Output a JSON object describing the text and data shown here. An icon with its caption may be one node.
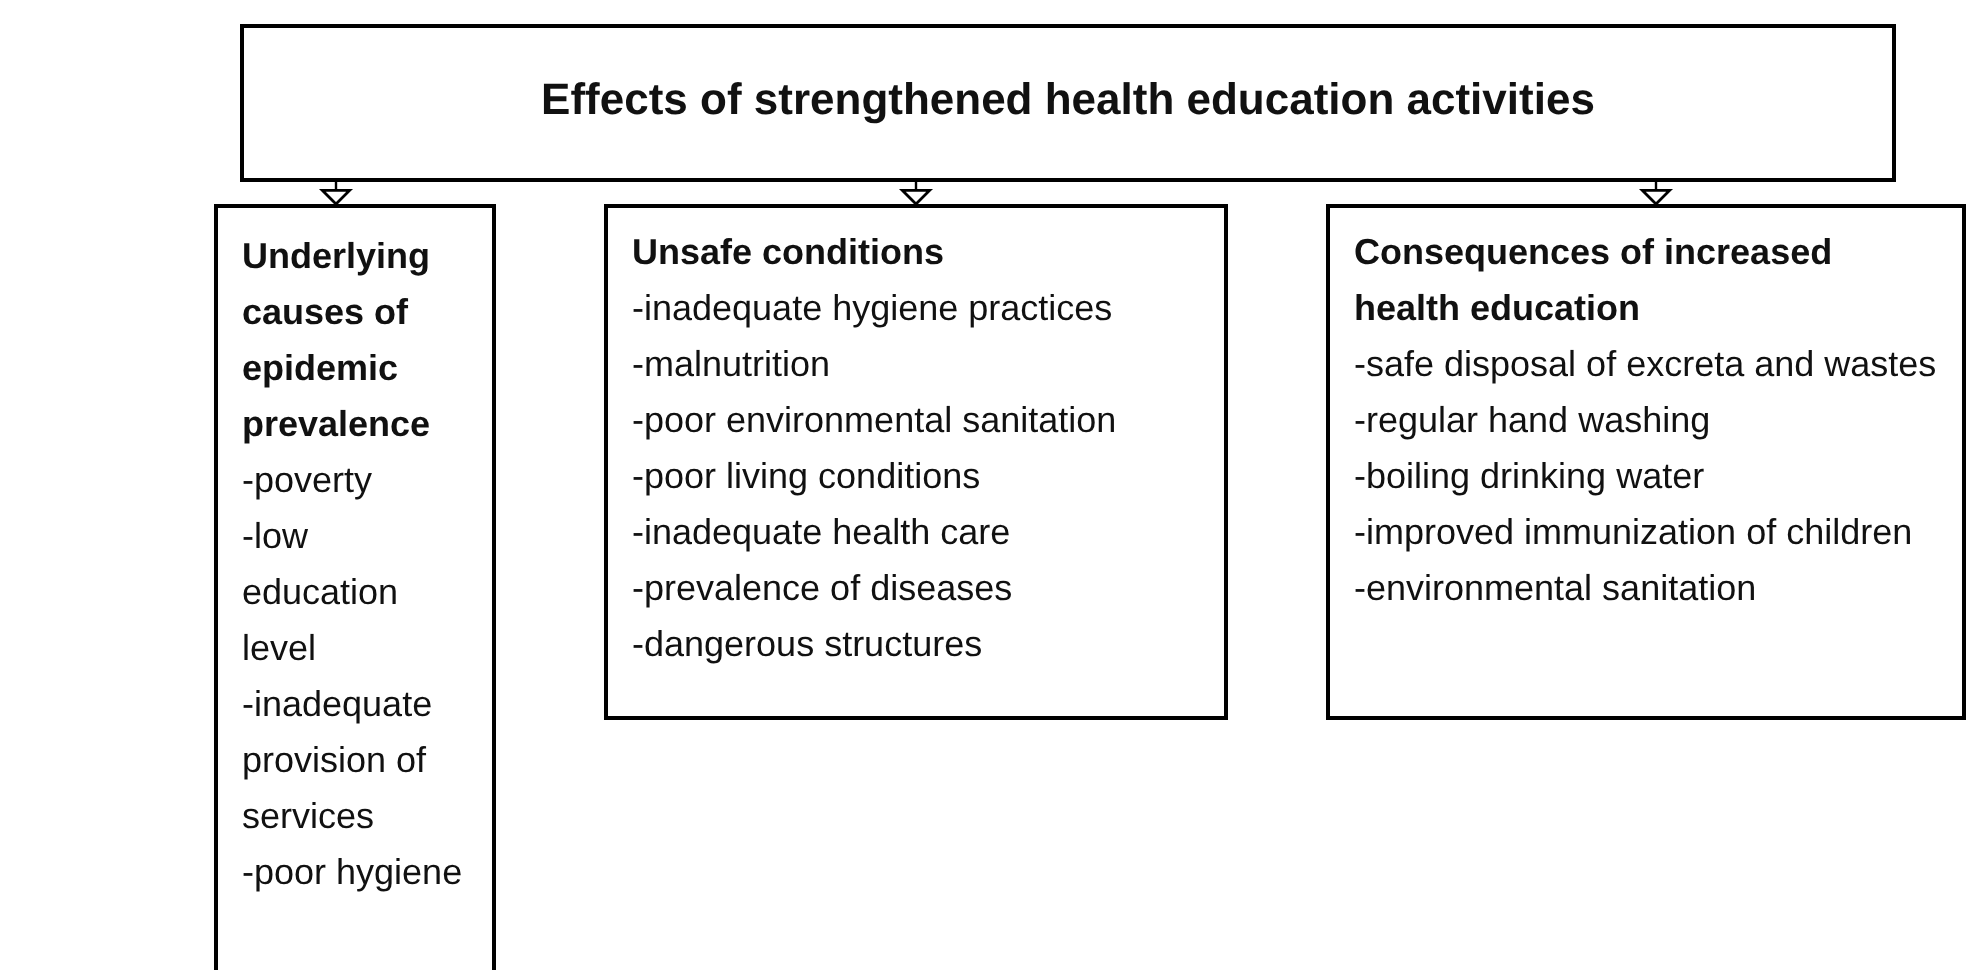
{
  "diagram": {
    "nodes": [
      {
        "text": [
          "Effects of strengthened health education activities"
        ]
      },
      {
        "text": [
          "Underlying causes of epidemic prevalence",
          "-poverty",
          "-low education level",
          "-inadequate provision of services",
          "-poor hygiene"
        ]
      },
      {
        "text": [
          "Unsafe conditions",
          "-inadequate hygiene practices",
          "-malnutrition",
          "-poor environmental sanitation",
          "-poor living conditions",
          "-inadequate health care",
          "-prevalence of diseases",
          "-dangerous structures"
        ]
      },
      {
        "text": [
          "Consequences of increased health education",
          "-safe disposal of excreta and wastes",
          "-regular hand washing",
          "-boiling drinking water",
          "-improved immunization of children",
          "-environmental sanitation"
        ]
      }
    ],
    "edges": [
      {
        "from": 0,
        "to": 1,
        "arrow": "to"
      },
      {
        "from": 0,
        "to": 2,
        "arrow": "to"
      },
      {
        "from": 0,
        "to": 3,
        "arrow": "to"
      }
    ]
  }
}
